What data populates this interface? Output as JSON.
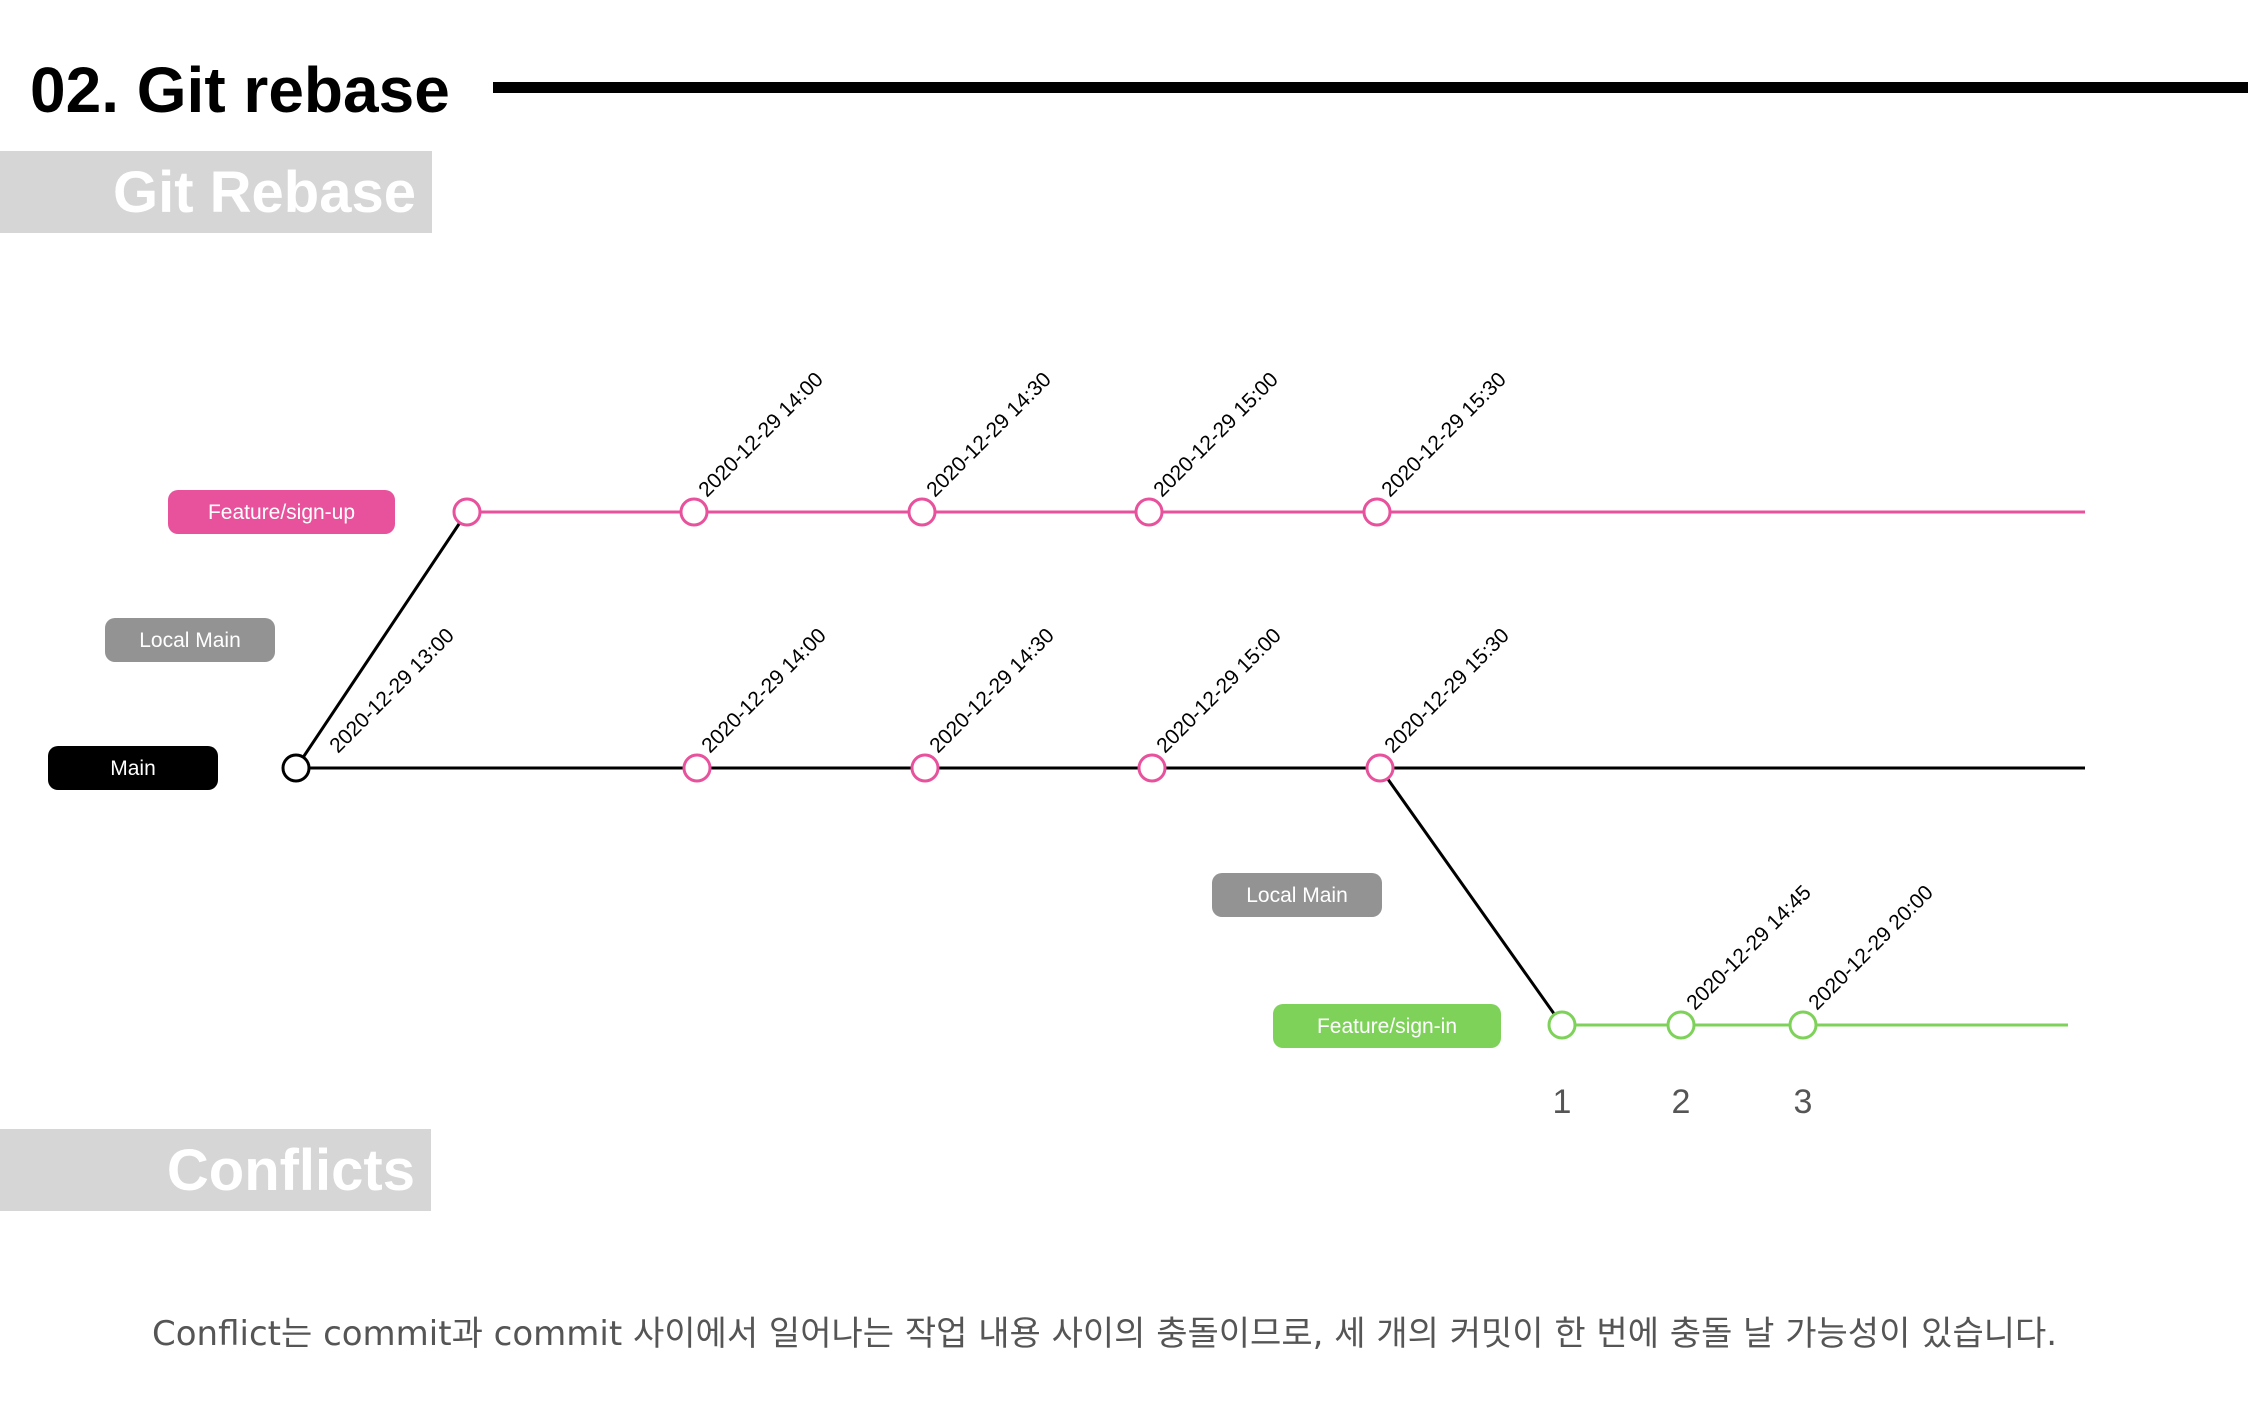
{
  "page": {
    "title": "02. Git rebase",
    "sections": {
      "rebase": "Git Rebase",
      "conflicts": "Conflicts"
    },
    "description": "Conflict는 commit과 commit 사이에서 일어나는 작업 내용 사이의 충돌이므로, 세 개의 커밋이 한 번에 충돌 날 가능성이 있습니다."
  },
  "colors": {
    "pink": "#e8519c",
    "green": "#7ed25a",
    "black": "#000000",
    "gray_label": "#939393"
  },
  "diagram": {
    "branch_labels": {
      "feature_signup": "Feature/sign-up",
      "local_main_top": "Local Main",
      "main": "Main",
      "local_main_mid": "Local Main",
      "feature_signin": "Feature/sign-in"
    },
    "root_time": "2020-12-29 13:00",
    "signup_times": [
      "2020-12-29 14:00",
      "2020-12-29 14:30",
      "2020-12-29 15:00",
      "2020-12-29 15:30"
    ],
    "main_times": [
      "2020-12-29 14:00",
      "2020-12-29 14:30",
      "2020-12-29 15:00",
      "2020-12-29 15:30"
    ],
    "signin_times": [
      "2020-12-29 14:45",
      "2020-12-29 20:00"
    ],
    "signin_numbers": [
      "1",
      "2",
      "3"
    ]
  }
}
